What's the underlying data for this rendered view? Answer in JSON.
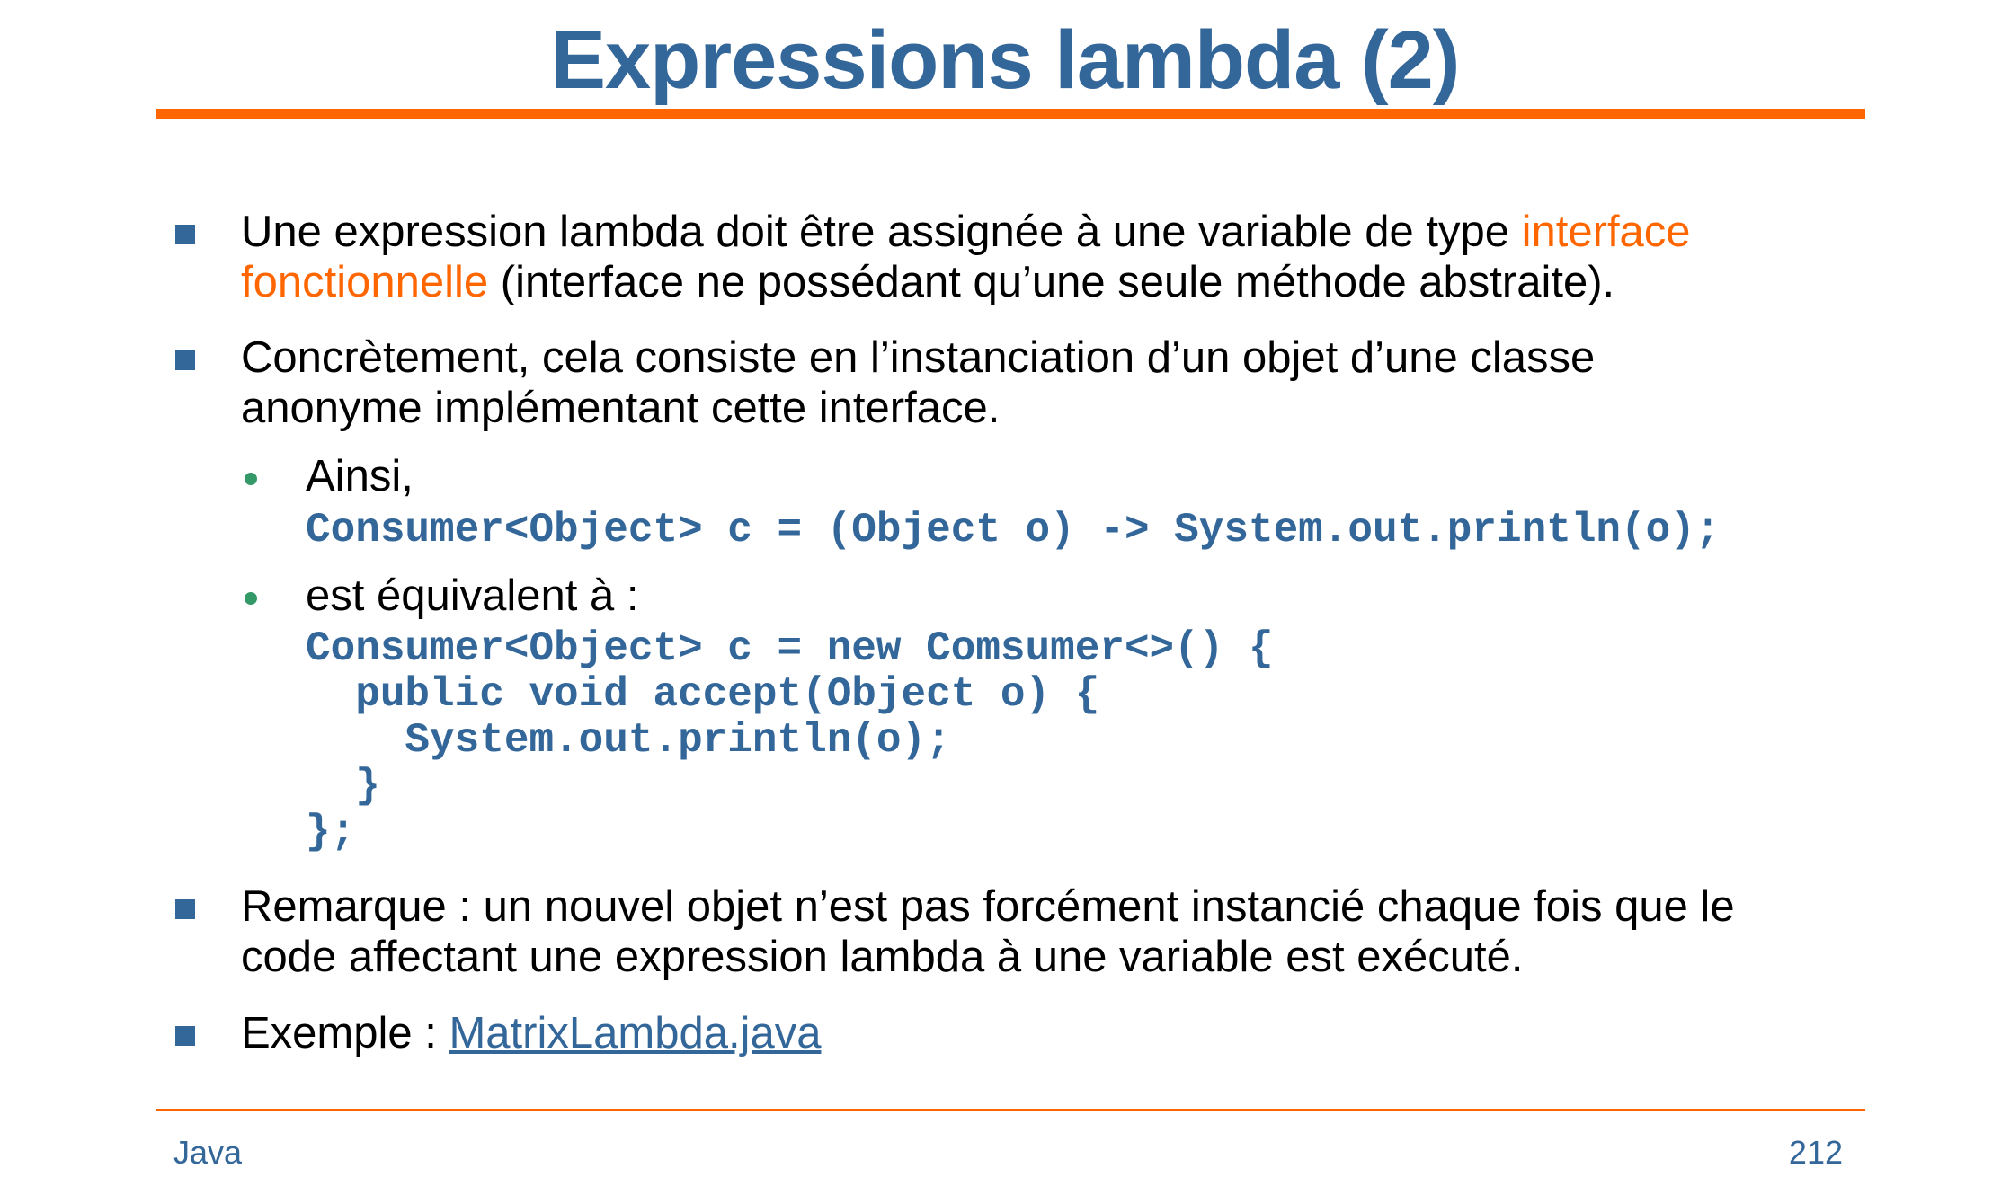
{
  "slide": {
    "title": "Expressions lambda (2)",
    "bullets": {
      "b1": {
        "text_before": "Une expression lambda doit être assignée à une variable de type ",
        "highlight_line1": "interface",
        "highlight_line2": "fonctionnelle",
        "text_after": " (interface ne possédant qu’une seule méthode abstraite)."
      },
      "b2": {
        "line1": "Concrètement, cela consiste en l’instanciation d’un objet d’une classe",
        "line2": "anonyme implémentant cette interface.",
        "sub1": {
          "text": "Ainsi,",
          "code": "Consumer<Object> c = (Object o) -> System.out.println(o);"
        },
        "sub2": {
          "text": "est équivalent à :",
          "code_lines": [
            "Consumer<Object> c = new Comsumer<>() {",
            "  public void accept(Object o) {",
            "    System.out.println(o);",
            "  }",
            "};"
          ]
        }
      },
      "b3": {
        "line1": "Remarque : un nouvel objet n’est pas forcément instancié chaque fois que le",
        "line2": "code affectant une expression lambda à une variable est exécuté."
      },
      "b4": {
        "text": "Exemple : ",
        "link": "MatrixLambda.java"
      }
    },
    "footer": {
      "left": "Java",
      "page_number": "212"
    },
    "colors": {
      "title": "#336699",
      "accent": "#ff6600",
      "bullet_square": "#336699",
      "bullet_dot": "#339966",
      "code": "#336699"
    }
  }
}
